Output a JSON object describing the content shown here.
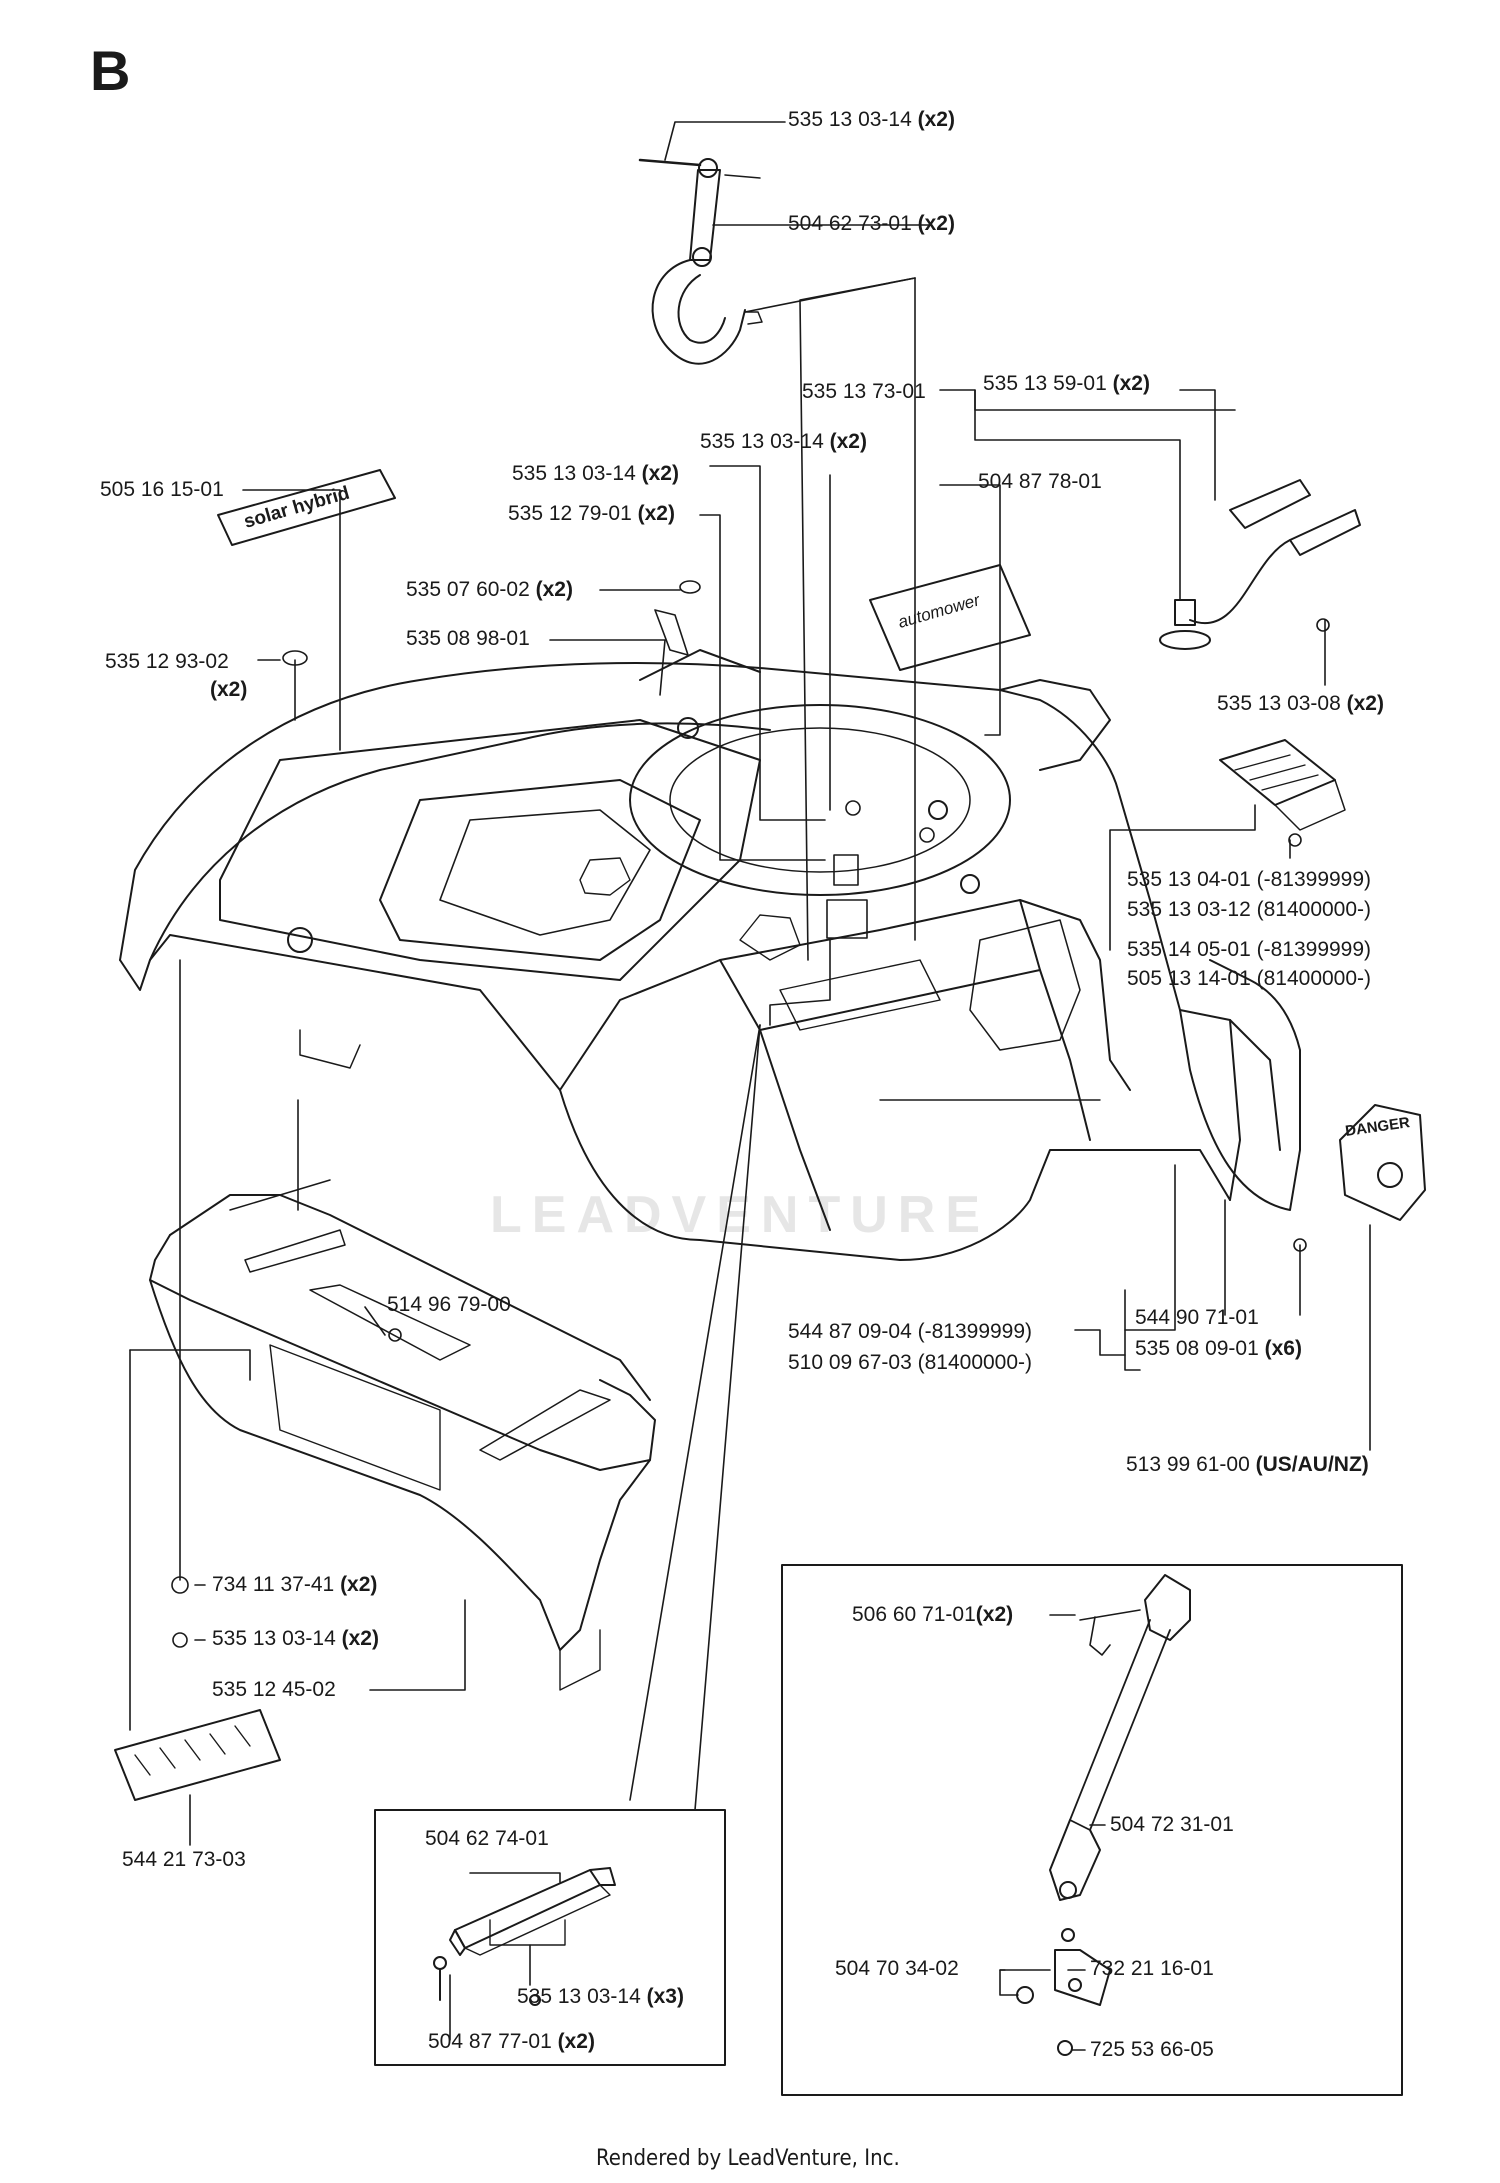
{
  "diagram": {
    "section_letter": "B",
    "footer": "Rendered by LeadVenture, Inc.",
    "watermark": "LEADVENTURE",
    "decals": {
      "solar": "solar hybrid",
      "danger": "DANGER",
      "brand": "automower"
    },
    "callouts": [
      {
        "part": "535 13 03-14",
        "note": "(x2)"
      },
      {
        "part": "504 62 73-01",
        "note": "(x2)"
      },
      {
        "part": "535 13 73-01",
        "note": ""
      },
      {
        "part": "535 13 59-01",
        "note": "(x2)"
      },
      {
        "part": "535 13 03-14",
        "note": "(x2)"
      },
      {
        "part": "535 13 03-14",
        "note": "(x2)"
      },
      {
        "part": "505 16 15-01",
        "note": ""
      },
      {
        "part": "504 87 78-01",
        "note": ""
      },
      {
        "part": "535 12 79-01",
        "note": "(x2)"
      },
      {
        "part": "535 07 60-02",
        "note": "(x2)"
      },
      {
        "part": "535 08 98-01",
        "note": ""
      },
      {
        "part": "535 12 93-02",
        "note": ""
      },
      {
        "part": "(x2)",
        "note": ""
      },
      {
        "part": "535 13 03-08",
        "note": "(x2)"
      },
      {
        "part": "535 13 04-01 (-81399999)",
        "note": ""
      },
      {
        "part": "535 13 03-12 (81400000-)",
        "note": ""
      },
      {
        "part": "535 14 05-01 (-81399999)",
        "note": ""
      },
      {
        "part": "505 13 14-01 (81400000-)",
        "note": ""
      },
      {
        "part": "514 96 79-00",
        "note": ""
      },
      {
        "part": "544 87 09-04 (-81399999)",
        "note": ""
      },
      {
        "part": "510 09 67-03 (81400000-)",
        "note": ""
      },
      {
        "part": "544 90 71-01",
        "note": ""
      },
      {
        "part": "535 08 09-01",
        "note": "(x6)"
      },
      {
        "part": "513 99 61-00",
        "note": "(US/AU/NZ)"
      },
      {
        "part": "734 11 37-41",
        "note": "(x2)"
      },
      {
        "part": "535 13 03-14",
        "note": "(x2)"
      },
      {
        "part": "535 12 45-02",
        "note": ""
      },
      {
        "part": "544 21 73-03",
        "note": ""
      },
      {
        "part": "504 62 74-01",
        "note": ""
      },
      {
        "part": "535 13 03-14",
        "note": "(x3)"
      },
      {
        "part": "504 87 77-01",
        "note": "(x2)"
      },
      {
        "part": "506 60 71-01",
        "note": "(x2)"
      },
      {
        "part": "504 72 31-01",
        "note": ""
      },
      {
        "part": "732 21 16-01",
        "note": ""
      },
      {
        "part": "504 70 34-02",
        "note": ""
      },
      {
        "part": "725 53 66-05",
        "note": ""
      }
    ]
  }
}
